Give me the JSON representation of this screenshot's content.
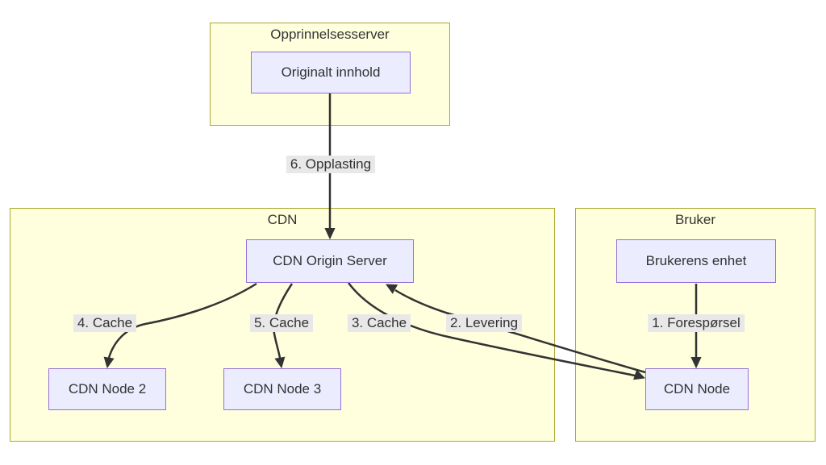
{
  "diagram": {
    "type": "flowchart",
    "colors": {
      "background": "#ffffff",
      "cluster_fill": "#ffffde",
      "cluster_border": "#aaaa33",
      "node_fill": "#ECECFF",
      "node_border": "#9370DB",
      "edge_stroke": "#333333",
      "edge_label_bg": "#e8e8e8",
      "text": "#333333"
    },
    "clusters": [
      {
        "id": "opprinnelsesserver",
        "label": "Opprinnelsesserver"
      },
      {
        "id": "cdn",
        "label": "CDN"
      },
      {
        "id": "bruker",
        "label": "Bruker"
      }
    ],
    "nodes": [
      {
        "id": "originalt-innhold",
        "label": "Originalt innhold",
        "cluster": "Opprinnelsesserver"
      },
      {
        "id": "cdn-origin-server",
        "label": "CDN Origin Server",
        "cluster": "CDN"
      },
      {
        "id": "cdn-node-2",
        "label": "CDN Node 2",
        "cluster": "CDN"
      },
      {
        "id": "cdn-node-3",
        "label": "CDN Node 3",
        "cluster": "CDN"
      },
      {
        "id": "brukerens-enhet",
        "label": "Brukerens enhet",
        "cluster": "Bruker"
      },
      {
        "id": "cdn-node",
        "label": "CDN Node",
        "cluster": "Bruker"
      }
    ],
    "edges": [
      {
        "label": "1. Forespørsel",
        "from": "Brukerens enhet",
        "to": "CDN Node"
      },
      {
        "label": "2. Levering",
        "from": "CDN Origin Server",
        "to": "CDN Node"
      },
      {
        "label": "3. Cache",
        "from": "CDN Node",
        "to": "CDN Origin Server"
      },
      {
        "label": "4. Cache",
        "from": "CDN Origin Server",
        "to": "CDN Node 2"
      },
      {
        "label": "5. Cache",
        "from": "CDN Origin Server",
        "to": "CDN Node 3"
      },
      {
        "label": "6. Opplasting",
        "from": "Originalt innhold",
        "to": "CDN Origin Server"
      }
    ]
  }
}
